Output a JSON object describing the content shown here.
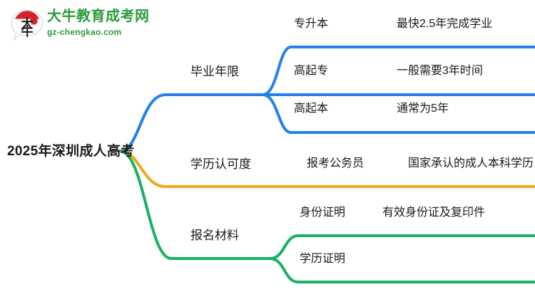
{
  "logo": {
    "mark_icon": "speech-bubble-logo-icon",
    "mark_text": "大牛",
    "brand_cn": "大牛教育成考网",
    "brand_url": "gz-chengkao.com",
    "brand_color": "#2a9c3a",
    "accent_color": "#d4232a"
  },
  "mindmap": {
    "root": {
      "label": "2025年深圳成人高考"
    },
    "branches": [
      {
        "label": "毕业年限",
        "color": "#2680eb",
        "children": [
          {
            "label": "专升本",
            "leaf": "最快2.5年完成学业"
          },
          {
            "label": "高起专",
            "leaf": "一般需要3年时间"
          },
          {
            "label": "高起本",
            "leaf": "通常为5年"
          }
        ]
      },
      {
        "label": "学历认可度",
        "color": "#eda91f",
        "children": [
          {
            "label": "报考公务员",
            "leaf": "国家承认的成人本科学历"
          }
        ]
      },
      {
        "label": "报名材料",
        "color": "#19b262",
        "children": [
          {
            "label": "身份证明",
            "leaf": "有效身份证及复印件"
          },
          {
            "label": "学历证明",
            "leaf": ""
          }
        ]
      }
    ]
  }
}
